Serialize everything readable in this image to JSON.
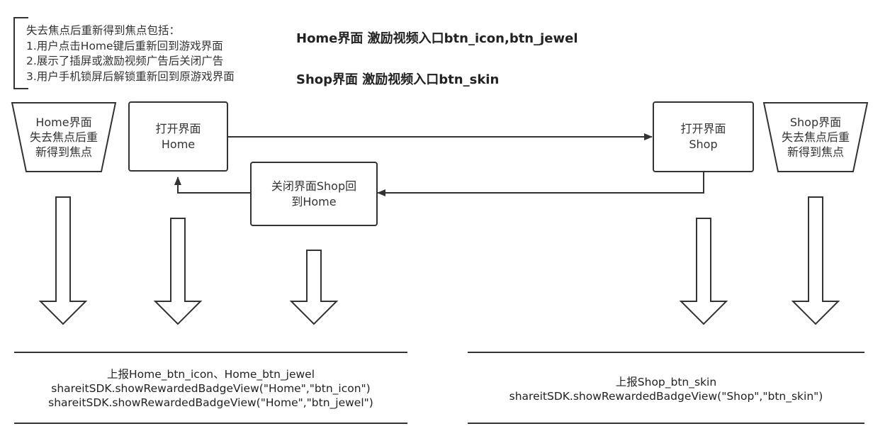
{
  "notes": {
    "title": "失去焦点后重新得到焦点包括：",
    "items": [
      "1.用户点击Home键后重新回到游戏界面",
      "2.展示了插屏或激励视频广告后关闭广告",
      "3.用户手机锁屏后解锁重新回到原游戏界面"
    ]
  },
  "headings": {
    "home": "Home界面 激励视频入口btn_icon,btn_jewel",
    "shop": "Shop界面 激励视频入口btn_skin"
  },
  "nodes": {
    "home_focus": [
      "Home界面",
      "失去焦点后重",
      "新得到焦点"
    ],
    "open_home": [
      "打开界面",
      "Home"
    ],
    "close_shop": [
      "关闭界面Shop回",
      "到Home"
    ],
    "open_shop": [
      "打开界面",
      "Shop"
    ],
    "shop_focus": [
      "Shop界面",
      "失去焦点后重",
      "新得到焦点"
    ]
  },
  "reports": {
    "home": [
      "上报Home_btn_icon、Home_btn_jewel",
      "shareitSDK.showRewardedBadgeView(\"Home\",\"btn_icon\")",
      "shareitSDK.showRewardedBadgeView(\"Home\",\"btn_jewel\")"
    ],
    "shop": [
      "上报Shop_btn_skin",
      "shareitSDK.showRewardedBadgeView(\"Shop\",\"btn_skin\")"
    ]
  },
  "colors": {
    "stroke": "#333333",
    "background": "#ffffff"
  }
}
